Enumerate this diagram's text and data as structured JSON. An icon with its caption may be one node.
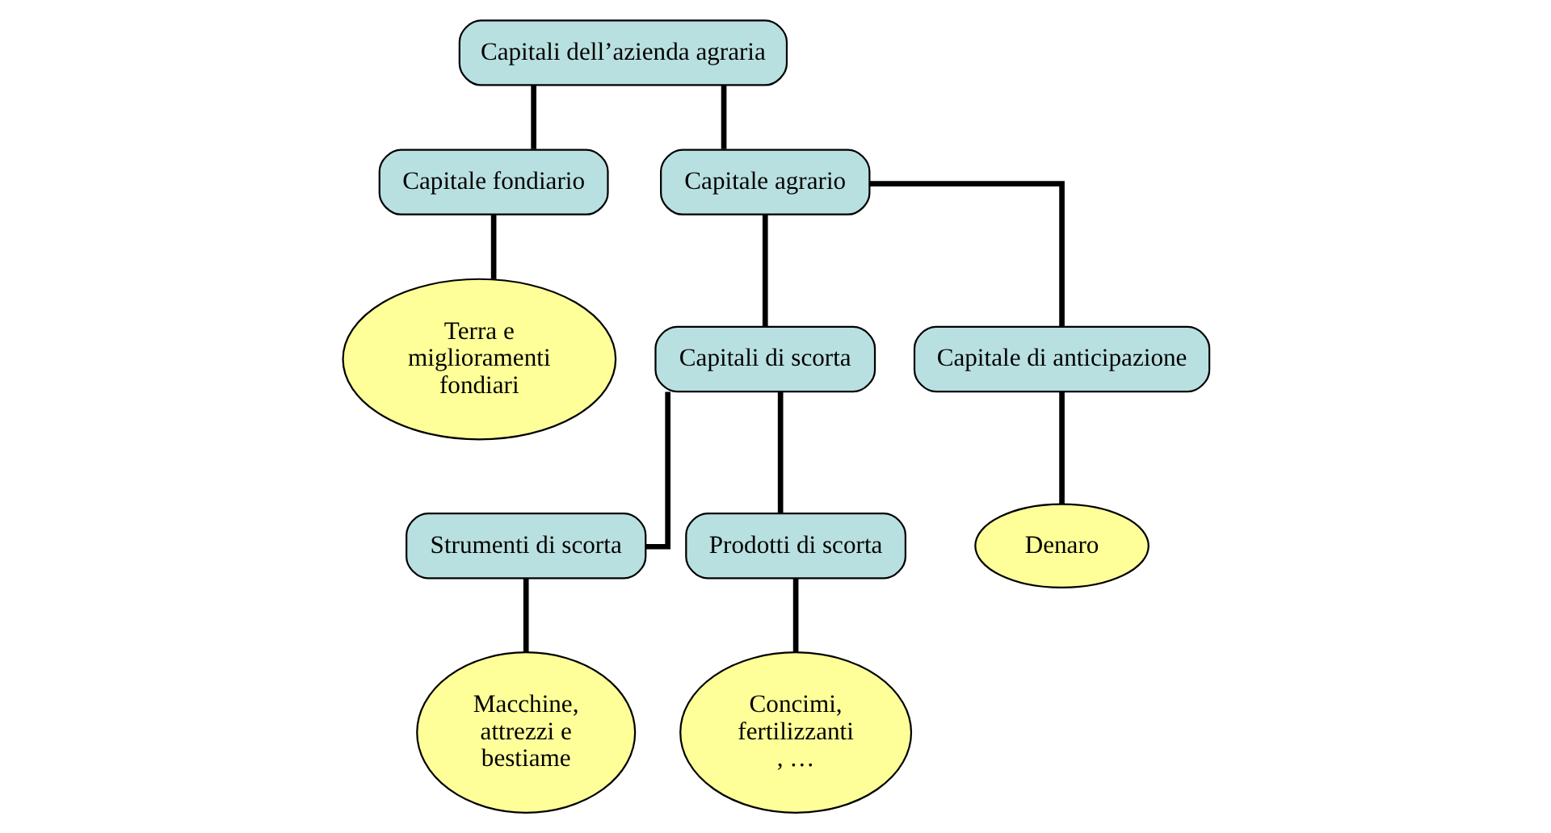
{
  "diagram": {
    "nodes": [
      {
        "text": [
          "Capitali dell’azienda agraria"
        ]
      },
      {
        "text": [
          "Capitale fondiario"
        ]
      },
      {
        "text": [
          "Capitale agrario"
        ]
      },
      {
        "text": [
          "Capitali di scorta"
        ]
      },
      {
        "text": [
          "Capitale di anticipazione"
        ]
      },
      {
        "text": [
          "Strumenti di scorta"
        ]
      },
      {
        "text": [
          "Prodotti di scorta"
        ]
      },
      {
        "text": [
          "Denaro"
        ]
      },
      {
        "text": [
          "Terra e miglioramenti fondiari"
        ]
      },
      {
        "text": [
          "Macchine, attrezzi e bestiame"
        ]
      },
      {
        "text": [
          "Concimi, fertilizzanti , …"
        ]
      }
    ],
    "edges": [
      {
        "from": 0,
        "to": 1,
        "arrow": "none"
      },
      {
        "from": 0,
        "to": 2,
        "arrow": "none"
      },
      {
        "from": 2,
        "to": 3,
        "arrow": "none"
      },
      {
        "from": 2,
        "to": 4,
        "arrow": "none"
      },
      {
        "from": 1,
        "to": 8,
        "arrow": "none"
      },
      {
        "from": 3,
        "to": 5,
        "arrow": "none"
      },
      {
        "from": 3,
        "to": 6,
        "arrow": "none"
      },
      {
        "from": 4,
        "to": 7,
        "arrow": "none"
      },
      {
        "from": 5,
        "to": 9,
        "arrow": "none"
      },
      {
        "from": 6,
        "to": 10,
        "arrow": "none"
      }
    ]
  }
}
